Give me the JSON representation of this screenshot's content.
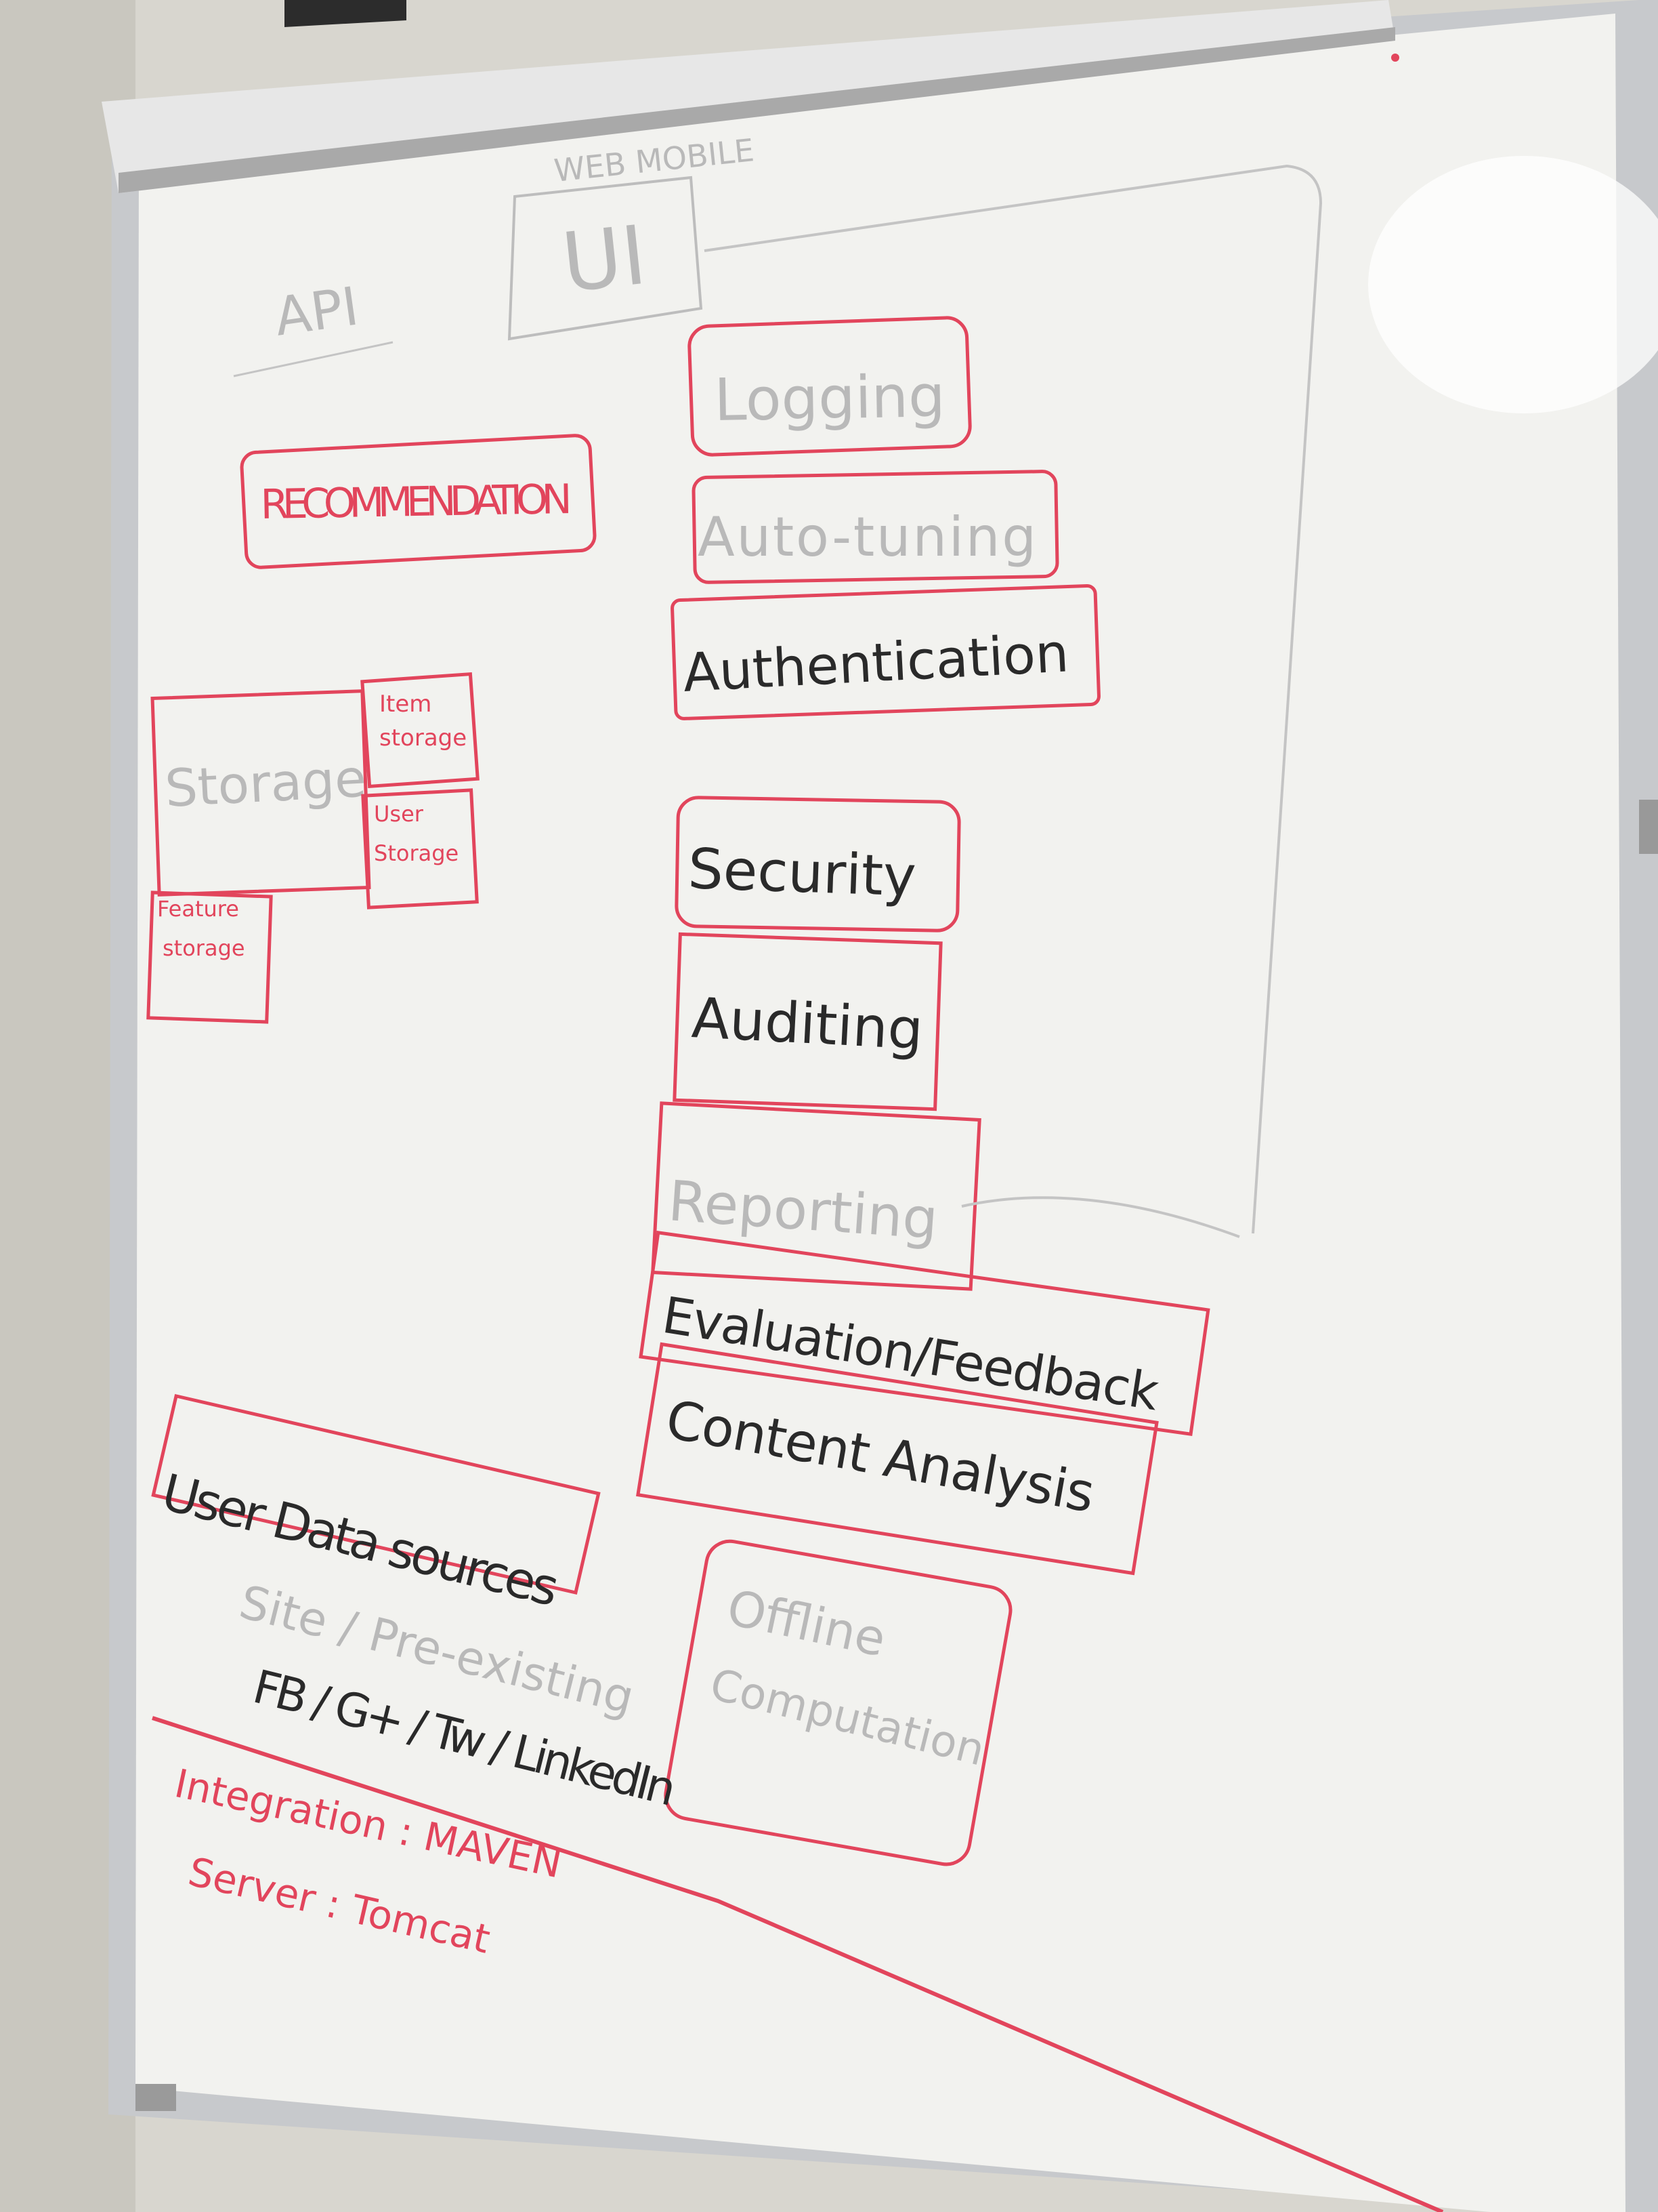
{
  "colors": {
    "marker_red": "#e2455c",
    "marker_black": "#2a2a2a",
    "marker_faint": "#b9b9b9",
    "board_white": "#f2f2ef",
    "wall": "#d8d6cf",
    "frame": "#c7c9cc"
  },
  "board": {
    "top_label": "WEB MOBILE",
    "ui": "UI",
    "api": "API",
    "recommendation": "RECOMMENDATION",
    "storage": {
      "main": "Storage",
      "item": [
        "Item",
        "storage"
      ],
      "user": [
        "User",
        "Storage"
      ],
      "feature": [
        "Feature",
        "storage"
      ]
    },
    "modules": {
      "logging": "Logging",
      "auto_tuning": "Auto-tuning",
      "authentication": "Authentication",
      "security": "Security",
      "auditing": "Auditing",
      "reporting": "Reporting",
      "evaluation": "Evaluation/Feedback",
      "content_analysis": "Content Analysis",
      "offline": [
        "Offline",
        "Computation"
      ]
    },
    "user_data": {
      "title": "User Data sources",
      "line1": "Site / Pre-existing",
      "line2": "FB / G+ / Tw / LinkedIn"
    },
    "integration": "Integration : MAVEN",
    "server": "Server : Tomcat"
  }
}
